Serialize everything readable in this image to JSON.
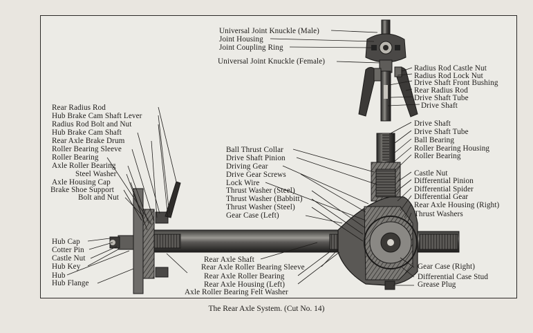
{
  "caption": "The Rear Axle System.   (Cut No. 14)",
  "labels": {
    "ujk_male": "Universal Joint Knuckle (Male)",
    "joint_housing": "Joint Housing",
    "joint_coupling_ring": "Joint Coupling Ring",
    "ujk_female": "Universal Joint Knuckle (Female)",
    "radius_rod_castle_nut": "Radius Rod Castle Nut",
    "radius_rod_lock_nut": "Radius Rod Lock Nut",
    "drive_shaft_front_bushing": "Drive Shaft Front Bushing",
    "rear_radius_rod_top": "Rear Radius Rod",
    "drive_shaft_tube_top": "Drive Shaft Tube",
    "drive_shaft_top": "Drive Shaft",
    "rear_radius_rod_left": "Rear Radius Rod",
    "hub_brake_cam_shaft_lever": "Hub Brake Cam Shaft Lever",
    "radius_rod_bolt_and_nut": "Radius Rod Bolt and Nut",
    "hub_brake_cam_shaft": "Hub Brake Cam Shaft",
    "rear_axle_brake_drum": "Rear Axle Brake Drum",
    "roller_bearing_sleeve": "Roller Bearing Sleeve",
    "roller_bearing_left": "Roller Bearing",
    "axle_roller_bearing": "Axle Roller Bearing",
    "steel_washer": "Steel Washer",
    "axle_housing_cap": "Axle Housing Cap",
    "brake_shoe_support": "Brake Shoe Support",
    "bolt_and_nut": "Bolt and Nut",
    "hub_cap": "Hub Cap",
    "cotter_pin": "Cotter Pin",
    "castle_nut_left": "Castle Nut",
    "hub_key": "Hub Key",
    "hub": "Hub",
    "hub_flange": "Hub Flange",
    "ball_thrust_collar": "Ball Thrust Collar",
    "drive_shaft_pinion": "Drive Shaft Pinion",
    "driving_gear": "Driving Gear",
    "drive_gear_screws": "Drive Gear Screws",
    "lock_wire": "Lock Wire",
    "thrust_washer_steel_1": "Thrust Washer (Steel)",
    "thrust_washer_babbitt": "Thrust Washer (Babbitt)",
    "thrust_washer_steel_2": "Thrust Washer (Steel)",
    "gear_case_left": "Gear Case (Left)",
    "drive_shaft_right": "Drive Shaft",
    "drive_shaft_tube_right": "Drive Shaft Tube",
    "ball_bearing": "Ball Bearing",
    "roller_bearing_housing": "Roller Bearing Housing",
    "roller_bearing_right": "Roller Bearing",
    "castle_nut_right": "Castle Nut",
    "differential_pinion": "Differential Pinion",
    "differential_spider": "Differential Spider",
    "differential_gear": "Differential Gear",
    "rear_axle_housing_right": "Rear Axle Housing (Right)",
    "thrust_washers": "Thrust Washers",
    "rear_axle_shaft": "Rear Axle Shaft",
    "rear_axle_roller_bearing_sleeve": "Rear Axle Roller Bearing Sleeve",
    "rear_axle_roller_bearing": "Rear Axle Roller Bearing",
    "rear_axle_housing_left": "Rear Axle Housing (Left)",
    "axle_roller_bearing_felt_washer": "Axle Roller Bearing Felt Washer",
    "gear_case_right": "Gear Case (Right)",
    "differential_case_stud": "Differential Case Stud",
    "grease_plug": "Grease Plug"
  }
}
